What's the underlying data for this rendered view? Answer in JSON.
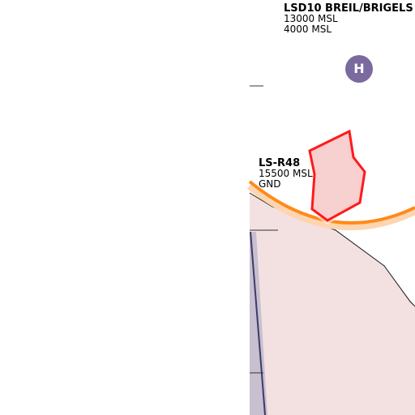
{
  "colors": {
    "background": "#ffffff",
    "terrain_fill": "#f3e1e1",
    "restricted_area_stroke": "#ff1a1a",
    "restricted_area_fill": "#f2a6a6",
    "boundary_arc": "#ff8a1a",
    "boundary_arc_halo": "#fdd5b0",
    "heliport": "#7a6a9e",
    "runway_fill": "#c8bfcf",
    "runway_edge": "#3b3b6b"
  },
  "airspaces": {
    "lsd10": {
      "name": "LSD10 BREIL/BRIGELS",
      "upper": "13000 MSL",
      "lower": "4000 MSL"
    },
    "lsr48": {
      "name": "LS-R48",
      "upper": "15500 MSL",
      "lower": "GND"
    }
  },
  "heliport": {
    "symbol": "H",
    "icon": "heliport-icon"
  }
}
